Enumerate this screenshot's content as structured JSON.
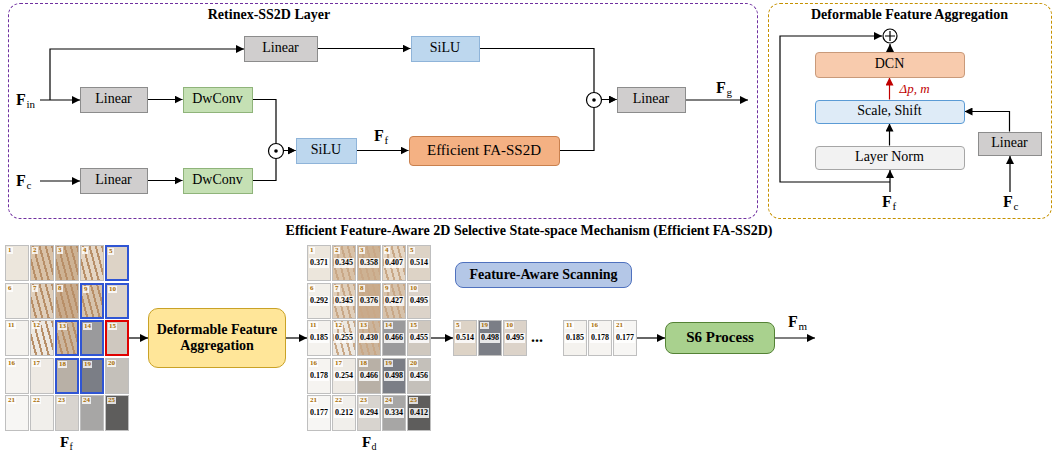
{
  "diagram": {
    "nodes": [
      {
        "text": [
          "Retinex-SS2D Layer"
        ]
      },
      {
        "text": [
          "Linear"
        ],
        "in": 0
      },
      {
        "text": [
          "SiLU"
        ],
        "in": 0
      },
      {
        "text": [
          "Linear"
        ],
        "in": 0
      },
      {
        "text": [
          "DwConv"
        ],
        "in": 0
      },
      {
        "text": [
          "Linear"
        ],
        "in": 0
      },
      {
        "text": [
          "DwConv"
        ],
        "in": 0
      },
      {
        "text": [
          "SiLU"
        ],
        "in": 0
      },
      {
        "text": [
          "Efficient FA-SS2D"
        ],
        "in": 0
      },
      {
        "text": [
          "Linear"
        ],
        "in": 0
      },
      {
        "text": [
          "Deformable Feature Aggregation"
        ]
      },
      {
        "text": [
          "DCN"
        ],
        "in": 10
      },
      {
        "text": [
          "Scale, Shift"
        ],
        "in": 10
      },
      {
        "text": [
          "Layer Norm"
        ],
        "in": 10
      },
      {
        "text": [
          "Linear"
        ],
        "in": 10
      },
      {
        "text": [
          "F",
          "f"
        ]
      },
      {
        "text": [
          "1"
        ],
        "in": 15
      },
      {
        "text": [
          "2"
        ],
        "in": 15
      },
      {
        "text": [
          "3"
        ],
        "in": 15
      },
      {
        "text": [
          "4"
        ],
        "in": 15
      },
      {
        "text": [
          "5"
        ],
        "in": 15
      },
      {
        "text": [
          "6"
        ],
        "in": 15
      },
      {
        "text": [
          "7"
        ],
        "in": 15
      },
      {
        "text": [
          "8"
        ],
        "in": 15
      },
      {
        "text": [
          "9"
        ],
        "in": 15
      },
      {
        "text": [
          "10"
        ],
        "in": 15
      },
      {
        "text": [
          "11"
        ],
        "in": 15
      },
      {
        "text": [
          "12"
        ],
        "in": 15
      },
      {
        "text": [
          "13"
        ],
        "in": 15
      },
      {
        "text": [
          "14"
        ],
        "in": 15
      },
      {
        "text": [
          "15"
        ],
        "in": 15
      },
      {
        "text": [
          "16"
        ],
        "in": 15
      },
      {
        "text": [
          "17"
        ],
        "in": 15
      },
      {
        "text": [
          "18"
        ],
        "in": 15
      },
      {
        "text": [
          "19"
        ],
        "in": 15
      },
      {
        "text": [
          "20"
        ],
        "in": 15
      },
      {
        "text": [
          "21"
        ],
        "in": 15
      },
      {
        "text": [
          "22"
        ],
        "in": 15
      },
      {
        "text": [
          "23"
        ],
        "in": 15
      },
      {
        "text": [
          "24"
        ],
        "in": 15
      },
      {
        "text": [
          "25"
        ],
        "in": 15
      },
      {
        "text": [
          "Deformable Feature Aggregation"
        ]
      },
      {
        "text": [
          "F",
          "d"
        ]
      },
      {
        "text": [
          "1",
          "0.371"
        ],
        "in": 42
      },
      {
        "text": [
          "2",
          "0.345"
        ],
        "in": 42
      },
      {
        "text": [
          "3",
          "0.358"
        ],
        "in": 42
      },
      {
        "text": [
          "4",
          "0.407"
        ],
        "in": 42
      },
      {
        "text": [
          "5",
          "0.514"
        ],
        "in": 42
      },
      {
        "text": [
          "6",
          "0.292"
        ],
        "in": 42
      },
      {
        "text": [
          "7",
          "0.345"
        ],
        "in": 42
      },
      {
        "text": [
          "8",
          "0.376"
        ],
        "in": 42
      },
      {
        "text": [
          "9",
          "0.427"
        ],
        "in": 42
      },
      {
        "text": [
          "10",
          "0.495"
        ],
        "in": 42
      },
      {
        "text": [
          "11",
          "0.185"
        ],
        "in": 42
      },
      {
        "text": [
          "12",
          "0.255"
        ],
        "in": 42
      },
      {
        "text": [
          "13",
          "0.430"
        ],
        "in": 42
      },
      {
        "text": [
          "14",
          "0.466"
        ],
        "in": 42
      },
      {
        "text": [
          "15",
          "0.455"
        ],
        "in": 42
      },
      {
        "text": [
          "16",
          "0.178"
        ],
        "in": 42
      },
      {
        "text": [
          "17",
          "0.254"
        ],
        "in": 42
      },
      {
        "text": [
          "18",
          "0.466"
        ],
        "in": 42
      },
      {
        "text": [
          "19",
          "0.498"
        ],
        "in": 42
      },
      {
        "text": [
          "20",
          "0.456"
        ],
        "in": 42
      },
      {
        "text": [
          "21",
          "0.177"
        ],
        "in": 42
      },
      {
        "text": [
          "22",
          "0.212"
        ],
        "in": 42
      },
      {
        "text": [
          "23",
          "0.294"
        ],
        "in": 42
      },
      {
        "text": [
          "24",
          "0.334"
        ],
        "in": 42
      },
      {
        "text": [
          "25",
          "0.412"
        ],
        "in": 42
      },
      {
        "text": [
          "Feature-Aware Scanning"
        ]
      },
      {
        "text": [
          "5",
          "0.514"
        ]
      },
      {
        "text": [
          "19",
          "0.498"
        ]
      },
      {
        "text": [
          "10",
          "0.495"
        ]
      },
      {
        "text": [
          "11",
          "0.185"
        ]
      },
      {
        "text": [
          "16",
          "0.178"
        ]
      },
      {
        "text": [
          "21",
          "0.177"
        ]
      },
      {
        "text": [
          "S6 Process"
        ]
      }
    ],
    "edges": [
      {
        "from": 1,
        "to": 2,
        "arrow": "to"
      },
      {
        "from": 3,
        "to": 4,
        "arrow": "to"
      },
      {
        "from": 5,
        "to": 6,
        "arrow": "to"
      },
      {
        "from": 4,
        "to": 7,
        "arrow": "to"
      },
      {
        "from": 6,
        "to": 7,
        "arrow": "to"
      },
      {
        "from": 7,
        "to": 8,
        "arrow": "to"
      },
      {
        "from": 2,
        "to": 9,
        "arrow": "to"
      },
      {
        "from": 8,
        "to": 9,
        "arrow": "to"
      },
      {
        "from": 13,
        "to": 12,
        "arrow": "to"
      },
      {
        "from": 14,
        "to": 12,
        "arrow": "to"
      },
      {
        "from": 12,
        "to": 11,
        "label": "Δp, m",
        "arrow": "to"
      },
      {
        "from": 15,
        "to": 41,
        "arrow": "to"
      },
      {
        "from": 41,
        "to": 42,
        "arrow": "to"
      },
      {
        "from": 42,
        "to": 69,
        "arrow": "to"
      },
      {
        "from": 74,
        "to": 75,
        "arrow": "to"
      }
    ],
    "labels": [
      "F",
      "in",
      "F",
      "f",
      "F",
      "g",
      "F",
      "c",
      "F",
      "f",
      "F",
      "c",
      "Efficient Feature-Aware 2D Selective State-space Mechanism (Efficient FA-SS2D)",
      "...",
      "F",
      "m"
    ]
  }
}
